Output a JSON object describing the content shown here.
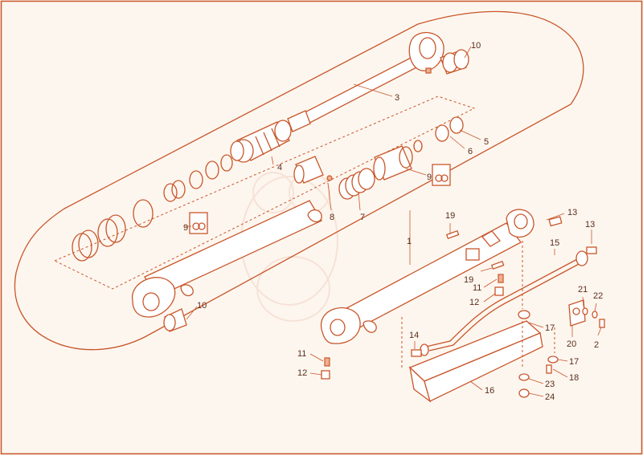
{
  "diagram": {
    "colors": {
      "line": "#c8562a",
      "fill": "#f0b090",
      "background": "#fdf6ef",
      "text": "#5a2e1a"
    },
    "callouts": {
      "c1": "1",
      "c2": "2",
      "c3": "3",
      "c4": "4",
      "c5": "5",
      "c6": "6",
      "c7": "7",
      "c8": "8",
      "c9a": "9",
      "c9b": "9",
      "c10a": "10",
      "c10b": "10",
      "c11a": "11",
      "c11b": "11",
      "c12a": "12",
      "c12b": "12",
      "c13a": "13",
      "c13b": "13",
      "c14": "14",
      "c15": "15",
      "c16": "16",
      "c17a": "17",
      "c17b": "17",
      "c18": "18",
      "c19a": "19",
      "c19b": "19",
      "c20": "20",
      "c21": "21",
      "c22": "22",
      "c23": "23",
      "c24": "24"
    }
  }
}
